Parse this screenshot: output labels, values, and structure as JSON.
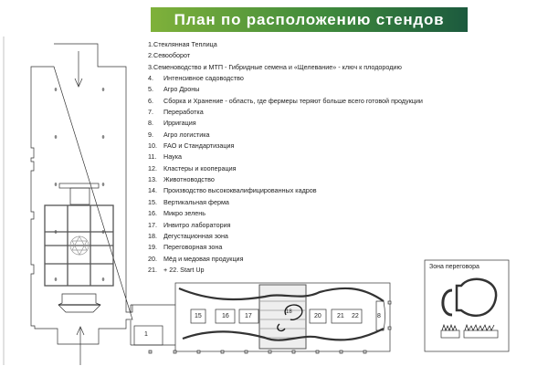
{
  "title": "План по расположению стендов",
  "legend": [
    {
      "num": "1.",
      "label": "Стеклянная Теплица",
      "inline": true
    },
    {
      "num": "2.",
      "label": "Севооборот",
      "inline": true
    },
    {
      "num": "3.",
      "label": "Семеноводство и МТП - Гибридные семена и «Щелевание» - ключ к плодородию",
      "inline": true
    },
    {
      "num": "4.",
      "label": "Интенсивное садоводство"
    },
    {
      "num": "5.",
      "label": "Агро Дроны"
    },
    {
      "num": "6.",
      "label": "Сборка и Хранение - область, где фермеры теряют больше всего готовой продукции"
    },
    {
      "num": "7.",
      "label": "Переработка"
    },
    {
      "num": "8.",
      "label": "Ирригация"
    },
    {
      "num": "9.",
      "label": "Агро логистика"
    },
    {
      "num": "10.",
      "label": "FAO и Стандартизация"
    },
    {
      "num": "11.",
      "label": "Наука"
    },
    {
      "num": "12.",
      "label": "Кластеры и кооперация"
    },
    {
      "num": "13.",
      "label": "Животноводство"
    },
    {
      "num": "14.",
      "label": "Производство высококвалифицированных кадров"
    },
    {
      "num": "15.",
      "label": "Вертикальная ферма"
    },
    {
      "num": "16.",
      "label": "Микро зелень"
    },
    {
      "num": "17.",
      "label": "Инвитро лаборатория"
    },
    {
      "num": "18.",
      "label": "Дегустационная зона"
    },
    {
      "num": "19.",
      "label": "Переговорная зона"
    },
    {
      "num": "20.",
      "label": "Мёд и медовая продукция"
    },
    {
      "num": "21.",
      "label": "+ 22. Start Up"
    }
  ],
  "stands": {
    "s1": "1",
    "s15": "15",
    "s16": "16",
    "s17": "17",
    "s20": "20",
    "s21": "21",
    "s22": "22",
    "s8": "8",
    "s18": "18"
  },
  "negotiation_zone": {
    "title": "Зона переговора"
  }
}
